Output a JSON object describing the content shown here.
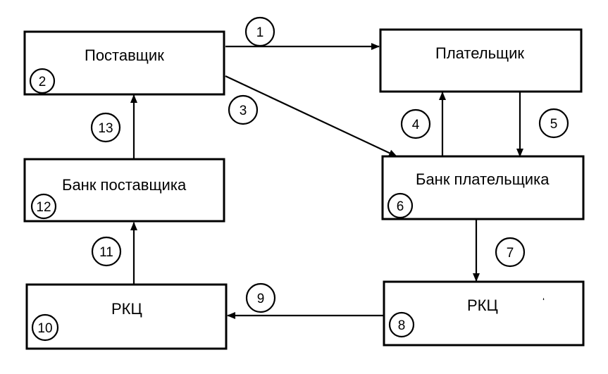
{
  "boxes": {
    "supplier": {
      "label": "Поставщик",
      "number": "2"
    },
    "payer": {
      "label": "Плательщик",
      "number": ""
    },
    "supplier_bank": {
      "label": "Банк поставщика",
      "number": "12"
    },
    "payer_bank": {
      "label": "Банк плательщика",
      "number": "6"
    },
    "rkc_left": {
      "label": "РКЦ",
      "number": "10"
    },
    "rkc_right": {
      "label": "РКЦ",
      "number": "8"
    }
  },
  "flows": [
    {
      "step": "1",
      "from": "Поставщик",
      "to": "Плательщик"
    },
    {
      "step": "3",
      "from": "Поставщик",
      "to": "Банк плательщика"
    },
    {
      "step": "4",
      "from": "Банк плательщика",
      "to": "Плательщик"
    },
    {
      "step": "5",
      "from": "Плательщик",
      "to": "Банк плательщика"
    },
    {
      "step": "7",
      "from": "Банк плательщика",
      "to": "РКЦ"
    },
    {
      "step": "9",
      "from": "РКЦ",
      "to": "РКЦ"
    },
    {
      "step": "11",
      "from": "РКЦ",
      "to": "Банк поставщика"
    },
    {
      "step": "13",
      "from": "Банк поставщика",
      "to": "Поставщик"
    }
  ],
  "stray_mark": "ʻ",
  "colors": {
    "ink": "#000000",
    "paper": "#ffffff"
  }
}
